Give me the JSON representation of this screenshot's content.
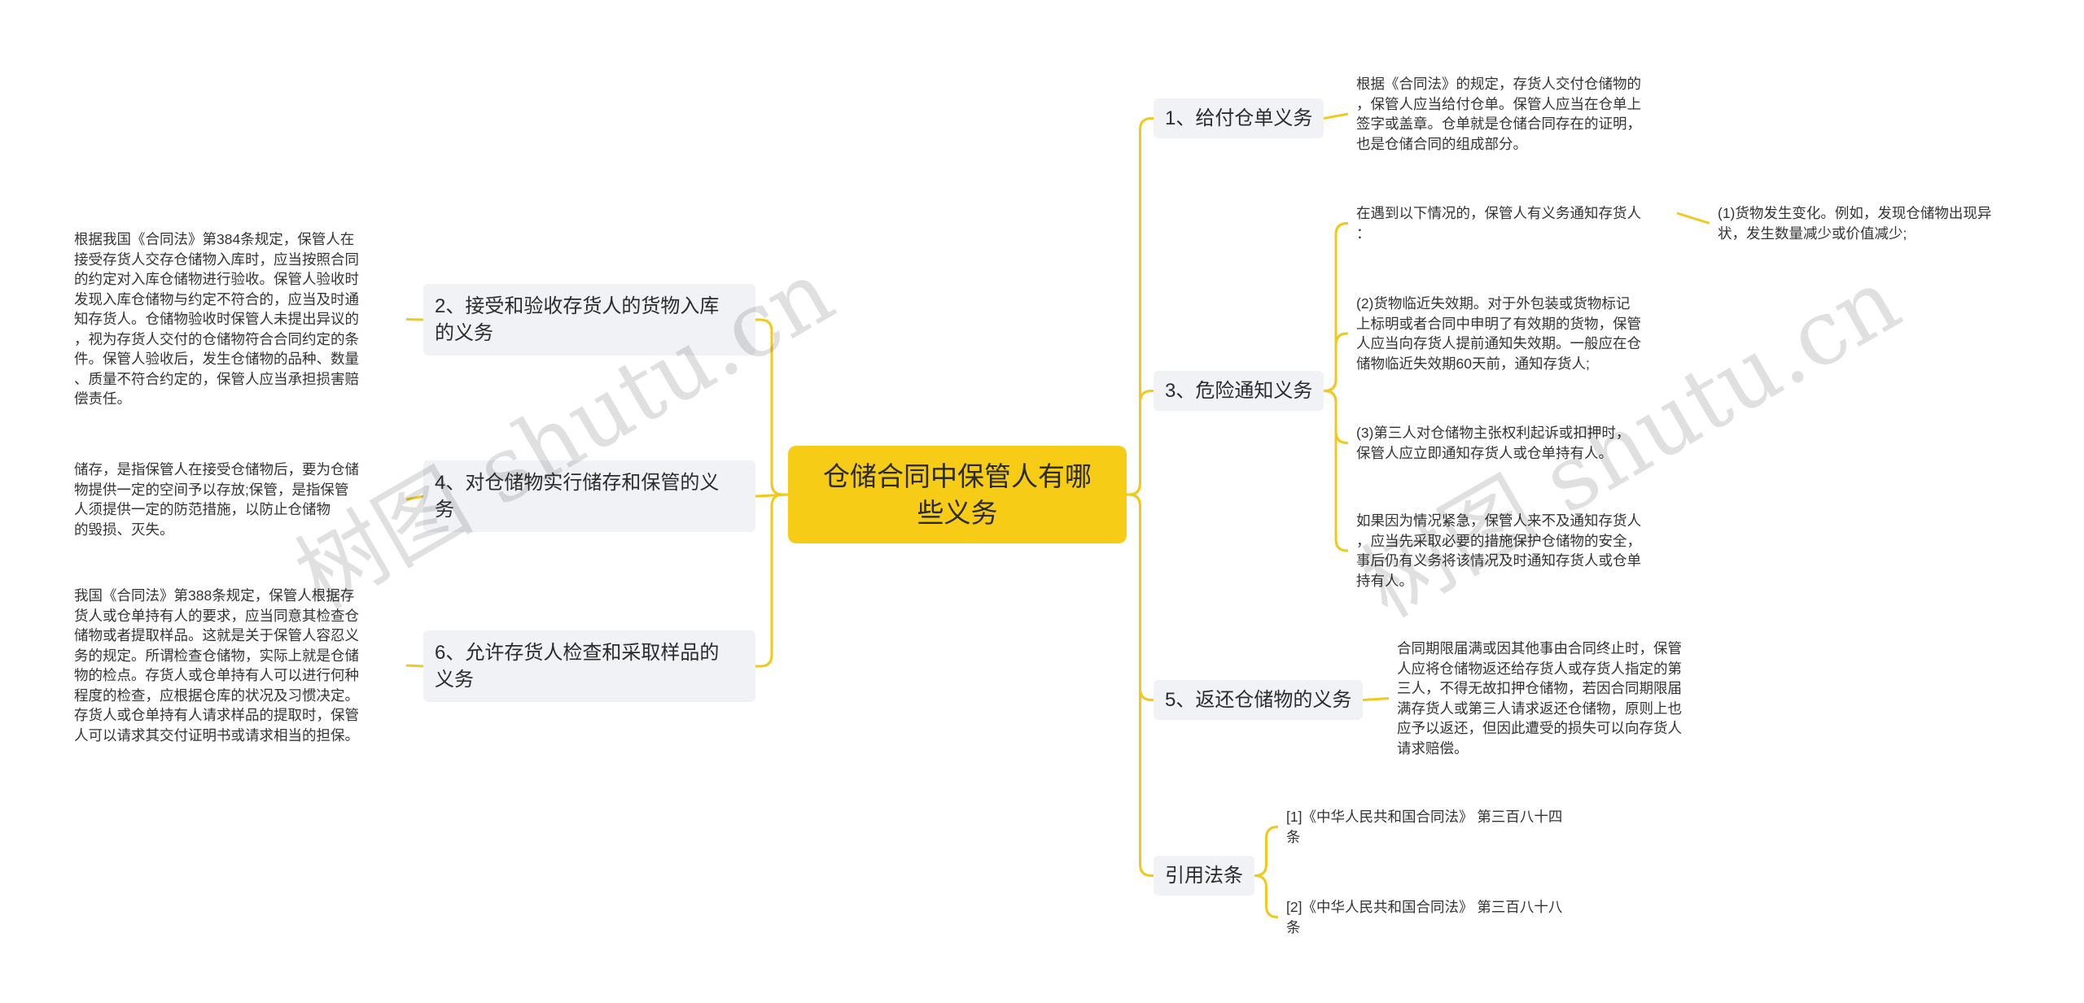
{
  "root": {
    "title": "仓储合同中保管人有哪些义务"
  },
  "right_branches": [
    {
      "label": "1、给付仓单义务",
      "details": [
        "根据《合同法》的规定，存货人交付仓储物的\n，保管人应当给付仓单。保管人应当在仓单上\n签字或盖章。仓单就是仓储合同存在的证明，\n也是仓储合同的组成部分。"
      ]
    },
    {
      "label": "3、危险通知义务",
      "details": [
        "在遇到以下情况的，保管人有义务通知存货人\n：",
        "(2)货物临近失效期。对于外包装或货物标记\n上标明或者合同中申明了有效期的货物，保管\n人应当向存货人提前通知失效期。一般应在仓\n储物临近失效期60天前，通知存货人;",
        "(3)第三人对仓储物主张权利起诉或扣押时，\n保管人应立即通知存货人或仓单持有人。",
        "如果因为情况紧急，保管人来不及通知存货人\n，应当先采取必要的措施保护仓储物的安全，\n事后仍有义务将该情况及时通知存货人或仓单\n持有人。"
      ],
      "sub_detail": "(1)货物发生变化。例如，发现仓储物出现异\n状，发生数量减少或价值减少;"
    },
    {
      "label": "5、返还仓储物的义务",
      "details": [
        "合同期限届满或因其他事由合同终止时，保管\n人应将仓储物返还给存货人或存货人指定的第\n三人，不得无故扣押仓储物，若因合同期限届\n满存货人或第三人请求返还仓储物，原则上也\n应予以返还，但因此遭受的损失可以向存货人\n请求赔偿。"
      ]
    },
    {
      "label": "引用法条",
      "details": [
        "[1]《中华人民共和国合同法》 第三百八十四\n条",
        "[2]《中华人民共和国合同法》 第三百八十八\n条"
      ]
    }
  ],
  "left_branches": [
    {
      "label": "2、接受和验收存货人的货物入库\n的义务",
      "details": [
        "根据我国《合同法》第384条规定，保管人在\n接受存货人交存仓储物入库时，应当按照合同\n的约定对入库仓储物进行验收。保管人验收时\n发现入库仓储物与约定不符合的，应当及时通\n知存货人。仓储物验收时保管人未提出异议的\n，视为存货人交付的仓储物符合合同约定的条\n件。保管人验收后，发生仓储物的品种、数量\n、质量不符合约定的，保管人应当承担损害赔\n偿责任。"
      ]
    },
    {
      "label": "4、对仓储物实行储存和保管的义\n务",
      "details": [
        "储存，是指保管人在接受仓储物后，要为仓储\n物提供一定的空间予以存放;保管，是指保管\n人须提供一定的防范措施，以防止仓储物\n的毁损、灭失。"
      ]
    },
    {
      "label": "6、允许存货人检查和采取样品的\n义务",
      "details": [
        "我国《合同法》第388条规定，保管人根据存\n货人或仓单持有人的要求，应当同意其检查仓\n储物或者提取样品。这就是关于保管人容忍义\n务的规定。所谓检查仓储物，实际上就是仓储\n物的检点。存货人或仓单持有人可以进行何种\n程度的检查，应根据仓库的状况及习惯决定。\n存货人或仓单持有人请求样品的提取时，保管\n人可以请求其交付证明书或请求相当的担保。"
      ]
    }
  ],
  "watermark": [
    "树图 shutu.cn",
    "树图 shutu.cn"
  ],
  "colors": {
    "root": "#f6cc17",
    "line": "#f2c81a",
    "branch_bg": "#f0f2f5"
  }
}
